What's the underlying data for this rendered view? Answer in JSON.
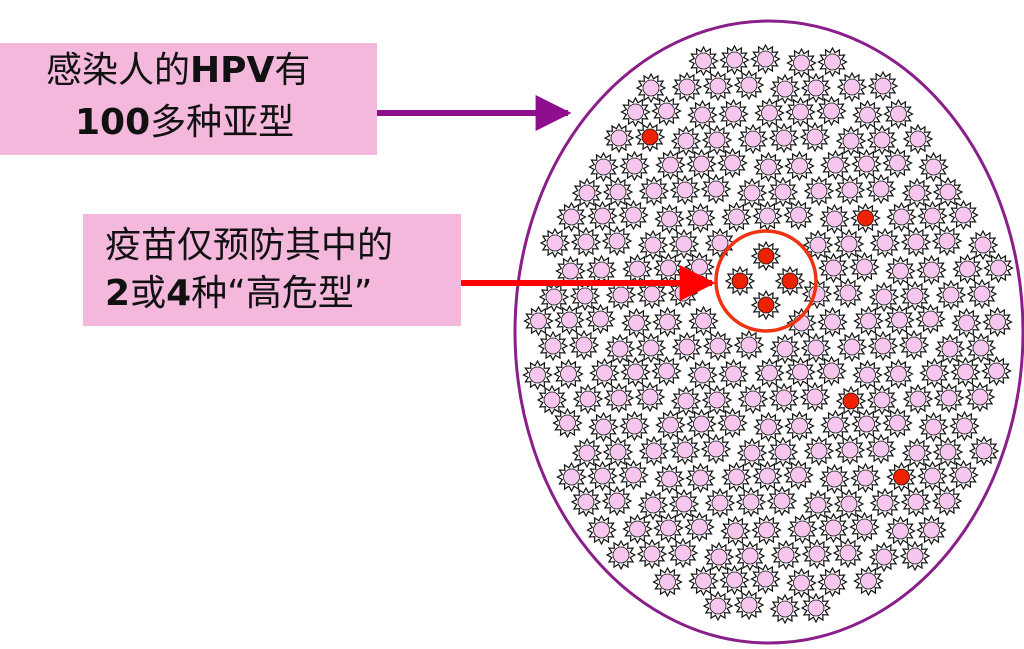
{
  "labels": {
    "total": {
      "line1_prefix": "感染人的",
      "line1_bold": "HPV",
      "line1_suffix": "有",
      "line2_bold": "100",
      "line2_suffix": "多种亚型"
    },
    "vaccine": {
      "line1": "疫苗仅预防其中的",
      "line2_bold_a": "2",
      "line2_mid": "或",
      "line2_bold_b": "4",
      "line2_suffix": "种“高危型”"
    }
  },
  "colors": {
    "background": "#ffffff",
    "label_box": "#f4b8dc",
    "ellipse_stroke": "#8a1f8a",
    "arrow_purple": "#8e0e8e",
    "arrow_red": "#ff0000",
    "particle_pink": "#f6c6ee",
    "particle_red": "#ee2200",
    "highlight_circle": "#ee3311"
  },
  "diagram": {
    "total_subtypes": "100+",
    "highlighted_high_risk_types": 4
  }
}
